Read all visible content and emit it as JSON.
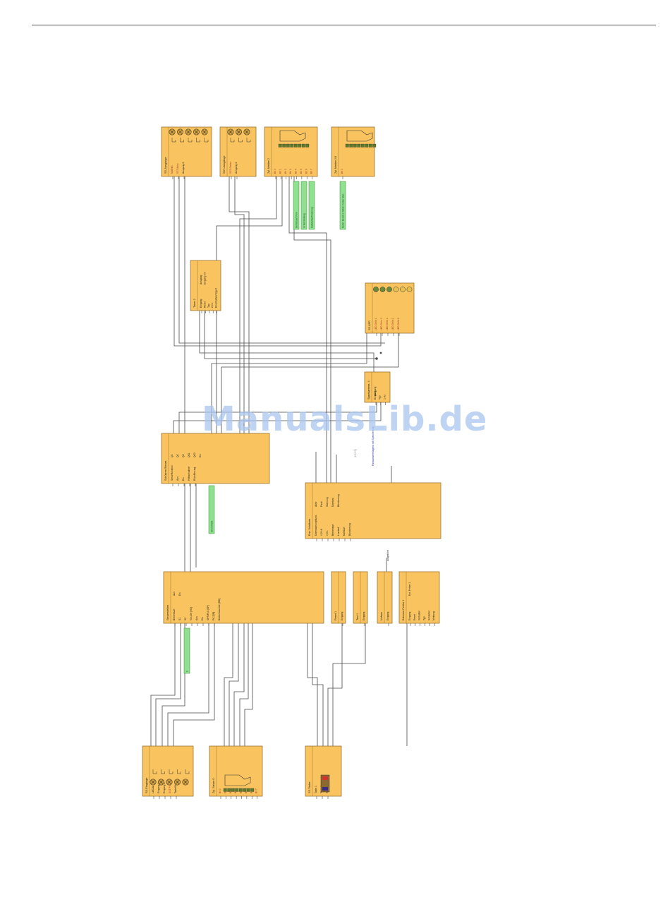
{
  "watermark": "ManualsLib.de",
  "colors": {
    "block_fill": "#f9c45f",
    "block_stroke": "#9a7330",
    "wire": "#4a4a4a",
    "green": "#8fe08f",
    "blue_text": "#2a2ab5",
    "red_text": "#a83a2a",
    "grey_text": "#9a9a9a"
  },
  "blocks": [
    {
      "id": "b-sg-ausgang",
      "title": "SS-Ausgänge",
      "icons": "relay-outputs-icon",
      "ports": [
        "MAR4S",
        "SST Aktiv",
        "Ausgang 2"
      ]
    },
    {
      "id": "b-sst-ausgang",
      "title": "SST-Ausgänge",
      "icons": "relay-outputs-icon",
      "ports": [
        "SST Geber",
        "Ausgang 2"
      ]
    },
    {
      "id": "b-zyl-melder-2",
      "title": "Zyl. Melder 2",
      "icons": "cylinder-sensor-icon",
      "ports": [
        "Bit 0",
        "Bit 1",
        "Bit 2",
        "Bit 3",
        "Bit 4",
        "Bit 5",
        "Bit 6",
        "Bit 7"
      ]
    },
    {
      "id": "b-zyl-melder-2b",
      "title": "Zyl. Melder 2/3",
      "icons": "cylinder-sensor-icon",
      "ports": [
        "Bit 0"
      ]
    },
    {
      "id": "b-timer-2",
      "title": "Timer 2",
      "ports_left": [
        "Eingang",
        "Reset",
        "Typ",
        "2,0 s",
        "Einschaltverzögert"
      ],
      "ports_right": [
        "Ausgang",
        "Eingang Inv"
      ]
    },
    {
      "id": "b-ss-led",
      "title": "SS-LED",
      "icons": "led-lamps-icon",
      "ports": [
        "LED Gelb 1",
        "LED Grün 2",
        "LED Gelb 1",
        "LED Gelb 2",
        "LED Gelb 3"
      ]
    },
    {
      "id": "b-signalgenerator",
      "title": "Signalgenera. 4",
      "ports_left": [
        "Eingang",
        "Typ",
        "1 Hz"
      ],
      "ports_right": [
        "Ausgang"
      ]
    },
    {
      "id": "b-schutzen",
      "title": "Schützen Steuer.",
      "ports_left": [
        "Steuerfunktion",
        "Aus",
        "Ein",
        "Hilfsschaltner",
        "Rückführung"
      ],
      "ports_right": [
        "Q1",
        "Q2",
        "Q3",
        "QS1",
        "QS2",
        "Ein"
      ]
    },
    {
      "id": "b-ew-schutzen",
      "title": "Erw. Schützen",
      "ports_left": [
        "Überwachungsfunk.",
        "0,50 A",
        "0,5 s",
        "Betriebsart",
        "Leerlauf",
        "Kaltstart",
        "Blockierung"
      ],
      "ports_right": [
        "Aktiv",
        "Fault",
        "Warnung",
        "Überlast",
        "Blockierung"
      ]
    },
    {
      "id": "b-steuerstellen",
      "title": "Steuerstellen",
      "ports_left": [
        "Betriebsart",
        "S1",
        "S2",
        "Vor-Ort [VO]",
        "Aus",
        "Ein",
        "SPS/PLS [SP]",
        "PC [DP]",
        "Bedienbaustein [BB]"
      ],
      "ports_right": [
        "Aus",
        "Ein"
      ]
    },
    {
      "id": "b-reset-1",
      "title": "Reset 1",
      "ports": [
        "Eingang"
      ]
    },
    {
      "id": "b-test-1",
      "title": "Test 1",
      "ports": [
        "Eingang"
      ]
    },
    {
      "id": "b-notaus",
      "title": "Notaus",
      "ports": [
        "Eingang"
      ]
    },
    {
      "id": "b-externer-fehler",
      "title": "Externer Fehler 1",
      "ports_left": [
        "Eingang",
        "Reset",
        "Verhalten",
        "Typ",
        "Schließer",
        "Meldung"
      ],
      "ports_right": [
        "Ext. Fehler 1"
      ]
    },
    {
      "id": "b-ss-eingange",
      "title": "SS-Eingänge",
      "icons": "switch-inputs-icon",
      "ports": [
        "LOCAL",
        "Eingang 1",
        "Eingang 2",
        "SST PLC",
        "Taste/Stat."
      ]
    },
    {
      "id": "b-zyl-steuer-0",
      "title": "Zyl. Steuer 0",
      "icons": "cylinder-control-icon",
      "ports": [
        "Bit 0",
        "Bit 1",
        "Bit 2",
        "Bit 3",
        "Bit 4",
        "Bit 5",
        "Bit 6",
        "Bit 7"
      ]
    },
    {
      "id": "b-ss-taster",
      "title": "SS-Taster",
      "icons": "button-panel-icon",
      "ports": [
        "Taste 1",
        "Taste 2",
        "Test/Reset-Taste"
      ]
    }
  ],
  "labels": {
    "green_1": "Betriebsart Fern",
    "green_2": "Schutzstellung",
    "green_3": "Kaltstartaufforderung",
    "green_4": "Motor: Bereit 1 / Blink: Fehler Stat.",
    "green_5": "Strom fließt",
    "green_6": "1",
    "note_1": "[HF/VF]",
    "note_2": "Parmaxwertelagend mit Speicherung",
    "note_3": "ausgeführt"
  }
}
